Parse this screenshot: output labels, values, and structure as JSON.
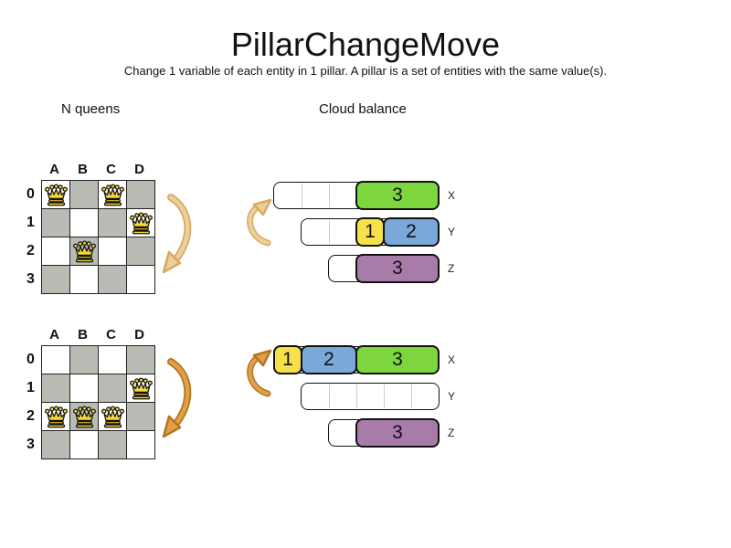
{
  "title": "PillarChangeMove",
  "subtitle": "Change 1 variable of each entity in 1 pillar. A pillar is a set of entities with the same value(s).",
  "nqueens_label": "N queens",
  "cloud_label": "Cloud balance",
  "board": {
    "columns": [
      "A",
      "B",
      "C",
      "D"
    ],
    "rows": [
      "0",
      "1",
      "2",
      "3"
    ]
  },
  "boards": [
    {
      "name": "before",
      "queens": [
        {
          "col": 0,
          "row": 0
        },
        {
          "col": 2,
          "row": 0
        },
        {
          "col": 3,
          "row": 1
        },
        {
          "col": 1,
          "row": 2
        }
      ]
    },
    {
      "name": "after",
      "queens": [
        {
          "col": 3,
          "row": 1
        },
        {
          "col": 0,
          "row": 2
        },
        {
          "col": 1,
          "row": 2
        },
        {
          "col": 2,
          "row": 2
        }
      ]
    }
  ],
  "cloud_states": [
    {
      "name": "before",
      "bars": [
        {
          "label": "X",
          "slots": 6,
          "segments": [
            {
              "value": "3",
              "color": "green",
              "span": 3
            }
          ]
        },
        {
          "label": "Y",
          "slots": 5,
          "segments": [
            {
              "value": "1",
              "color": "yellow",
              "span": 1
            },
            {
              "value": "2",
              "color": "blue",
              "span": 2
            }
          ]
        },
        {
          "label": "Z",
          "slots": 4,
          "segments": [
            {
              "value": "3",
              "color": "purple",
              "span": 3
            }
          ]
        }
      ]
    },
    {
      "name": "after",
      "bars": [
        {
          "label": "X",
          "slots": 6,
          "segments": [
            {
              "value": "1",
              "color": "yellow",
              "span": 1
            },
            {
              "value": "2",
              "color": "blue",
              "span": 2
            },
            {
              "value": "3",
              "color": "green",
              "span": 3
            }
          ]
        },
        {
          "label": "Y",
          "slots": 5,
          "segments": []
        },
        {
          "label": "Z",
          "slots": 4,
          "segments": [
            {
              "value": "3",
              "color": "purple",
              "span": 3
            }
          ]
        }
      ]
    }
  ],
  "colors": {
    "green": "#7ed63e",
    "yellow": "#f7e14b",
    "blue": "#7aa8d8",
    "purple": "#a87ba8",
    "board_dark": "#b8bcb4",
    "queen_gold": "#f7d838",
    "arrow_light": "#eccf9d",
    "arrow_light_edge": "#d9a95f",
    "arrow_dark": "#e0a04a",
    "arrow_dark_edge": "#b5741c"
  }
}
